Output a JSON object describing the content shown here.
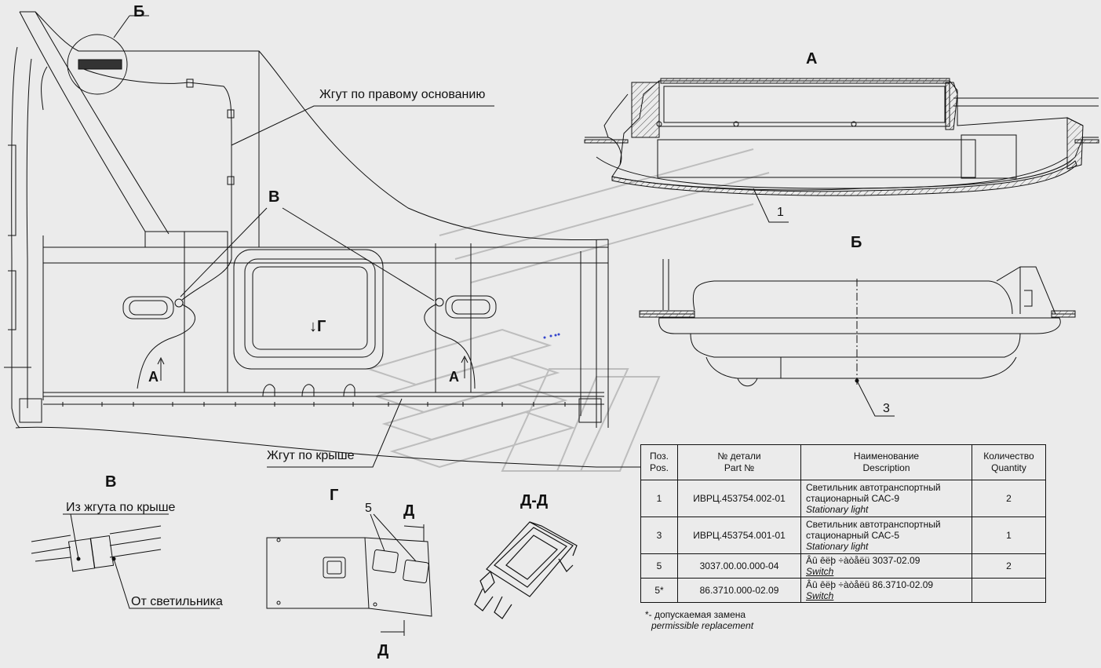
{
  "views": {
    "a": "А",
    "b": "Б",
    "v": "В",
    "g": "Г",
    "d": "Д",
    "dd": "Д-Д",
    "g_marker": "↓Г",
    "a_marker": "А"
  },
  "callouts": {
    "right_base_harness": "Жгут по правому основанию",
    "roof_harness": "Жгут по крыше",
    "from_roof_harness": "Из жгута по крыше",
    "from_light": "От светильника"
  },
  "position_labels": {
    "p1": "1",
    "p3": "3",
    "p5": "5"
  },
  "parts_table": {
    "headers": {
      "pos_ru": "Поз.",
      "pos_en": "Pos.",
      "part_ru": "№ детали",
      "part_en": "Part №",
      "name_ru": "Наименование",
      "name_en": "Description",
      "qty_ru": "Количество",
      "qty_en": "Quantity"
    },
    "rows": [
      {
        "pos": "1",
        "part": "ИВРЦ.453754.002-01",
        "name1": "Светильник автотранспортный",
        "name2": "стационарный САС-9",
        "name_en": "Stationary light",
        "qty": "2"
      },
      {
        "pos": "3",
        "part": "ИВРЦ.453754.001-01",
        "name1": "Светильник автотранспортный",
        "name2": "стационарный САС-5",
        "name_en": "Stationary light",
        "qty": "1"
      },
      {
        "pos": "5",
        "part": "3037.00.00.000-04",
        "name1": "Âû êëþ ÷àòåëü 3037-02.09",
        "name2": "",
        "name_en": "Switch",
        "qty": "2"
      },
      {
        "pos": "5*",
        "part": "86.3710.000-02.09",
        "name1": "Âû êëþ ÷àòåëü 86.3710-02.09",
        "name2": "",
        "name_en": "Switch",
        "qty": ""
      }
    ],
    "note_ru": "*- допускаемая замена",
    "note_en": "permissible replacement"
  },
  "colors": {
    "background": "#ebebeb",
    "line": "#111111",
    "watermark": "#bdbdbd",
    "hatch": "#444444",
    "accent_dot": "#3344cc"
  }
}
